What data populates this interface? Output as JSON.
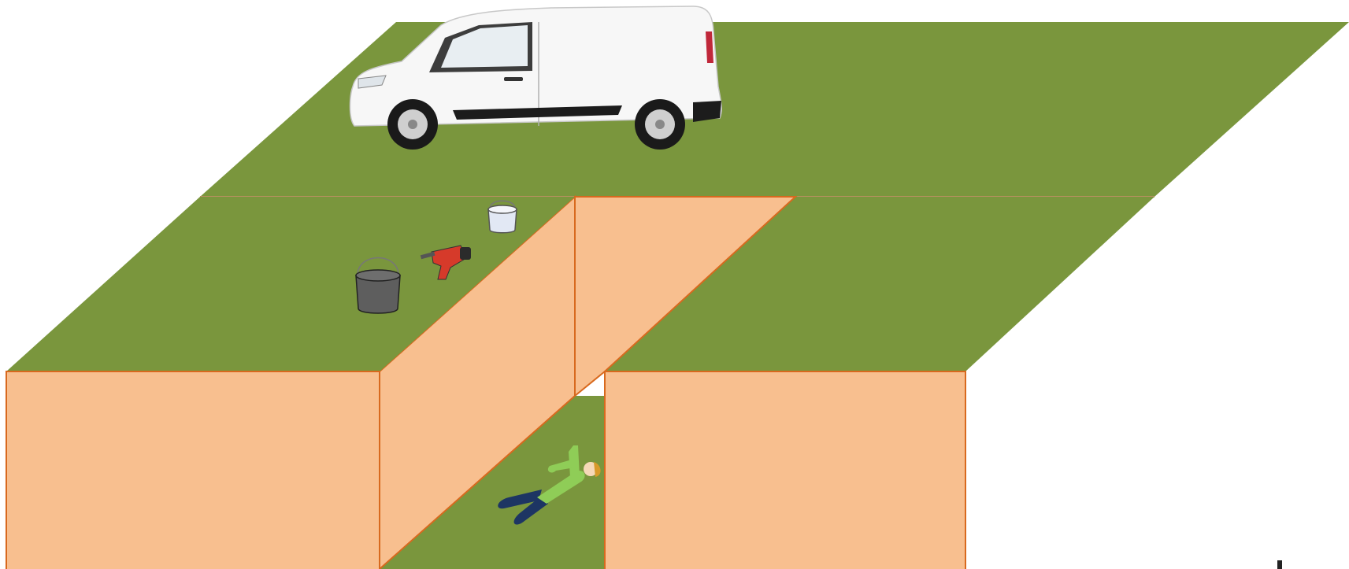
{
  "colors": {
    "ground": "#7A963D",
    "soil": "#F8BF8F",
    "edge": "#D8691E",
    "road_line": "#B89060",
    "van_body": "#F7F7F7",
    "van_trim": "#1C1C1C",
    "bucket_dark": "#5E5E5E",
    "bucket_light": "#E2E8F4",
    "drill_body": "#D63A2A",
    "worker_shirt": "#8FCD57",
    "worker_pants": "#1D3563",
    "worker_hair": "#D89A2A",
    "worker_skin": "#F6D9B8"
  },
  "scene": {
    "objects": [
      "work-van",
      "dark-bucket",
      "light-bucket",
      "power-drill",
      "collapsed-worker"
    ]
  }
}
